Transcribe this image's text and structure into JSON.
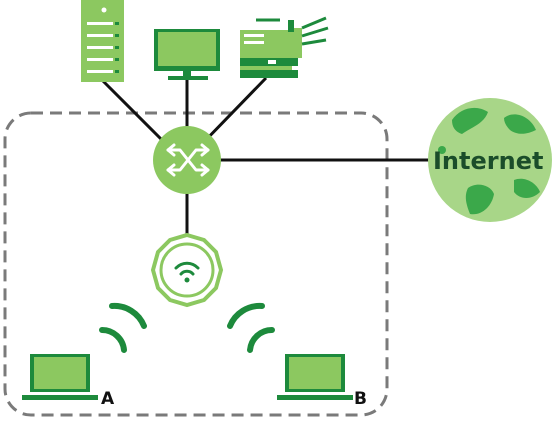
{
  "labels": {
    "internet": "Internet",
    "laptop_a": "A",
    "laptop_b": "B"
  },
  "colors": {
    "light_green": "#8cc860",
    "pale_green": "#a8d688",
    "dark_green": "#1d8a3c",
    "mid_green": "#3ba84a",
    "line": "#111111",
    "dashed_border": "#7a7a7a"
  },
  "icons": {
    "server": "server-icon",
    "monitor": "desktop-monitor-icon",
    "printer": "printer-icon",
    "switch": "switch-icon",
    "internet": "globe-icon",
    "access_point": "wireless-access-point-icon",
    "laptop_a": "laptop-icon",
    "laptop_b": "laptop-icon"
  }
}
